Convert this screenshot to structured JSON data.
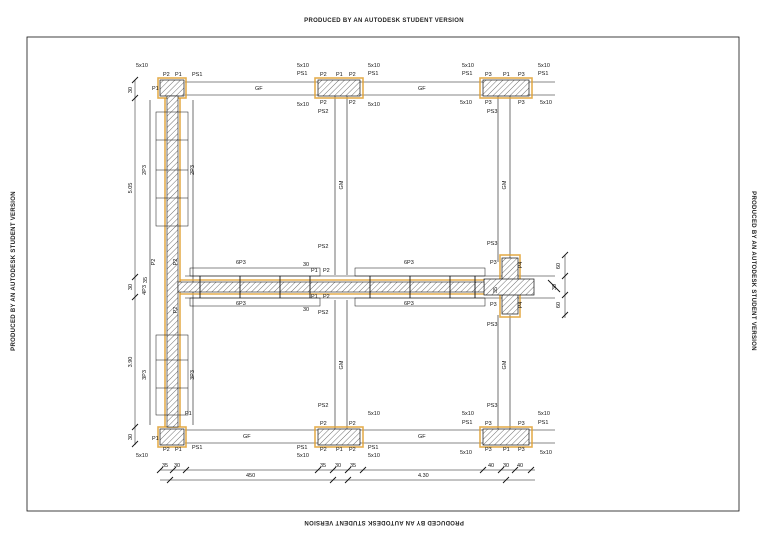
{
  "watermark": "PRODUCED BY AN AUTODESK STUDENT VERSION",
  "labels": {
    "size": "5x10",
    "p1": "P1",
    "p2": "P2",
    "p3": "P3",
    "ps1": "PS1",
    "ps2": "PS2",
    "ps3": "PS3",
    "gf": "GF",
    "gm": "GM",
    "b_2p3": "2P3",
    "b_6p3": "6P3",
    "b_4p3": "4P3",
    "b_3p3": "3P3",
    "b_p3": "P3",
    "b_p4": "P4",
    "b_p1": "P1",
    "b_p2": "P2"
  },
  "dimensions": {
    "left_top": "30",
    "left_505": "5.05",
    "left_mid": "30",
    "left_390": "3.90",
    "left_bot": "30",
    "bot_35a": "35",
    "bot_30a": "30",
    "bot_450": "450",
    "bot_35b": "35",
    "bot_30b": "30",
    "bot_35c": "35",
    "bot_430": "4.30",
    "bot_40a": "40",
    "bot_30c": "30",
    "bot_40b": "40",
    "right_60a": "60",
    "right_60b": "60",
    "right_30": "30",
    "mid_30a": "30",
    "mid_30b": "30",
    "mid_35a": "35",
    "mid_35b": "35"
  }
}
